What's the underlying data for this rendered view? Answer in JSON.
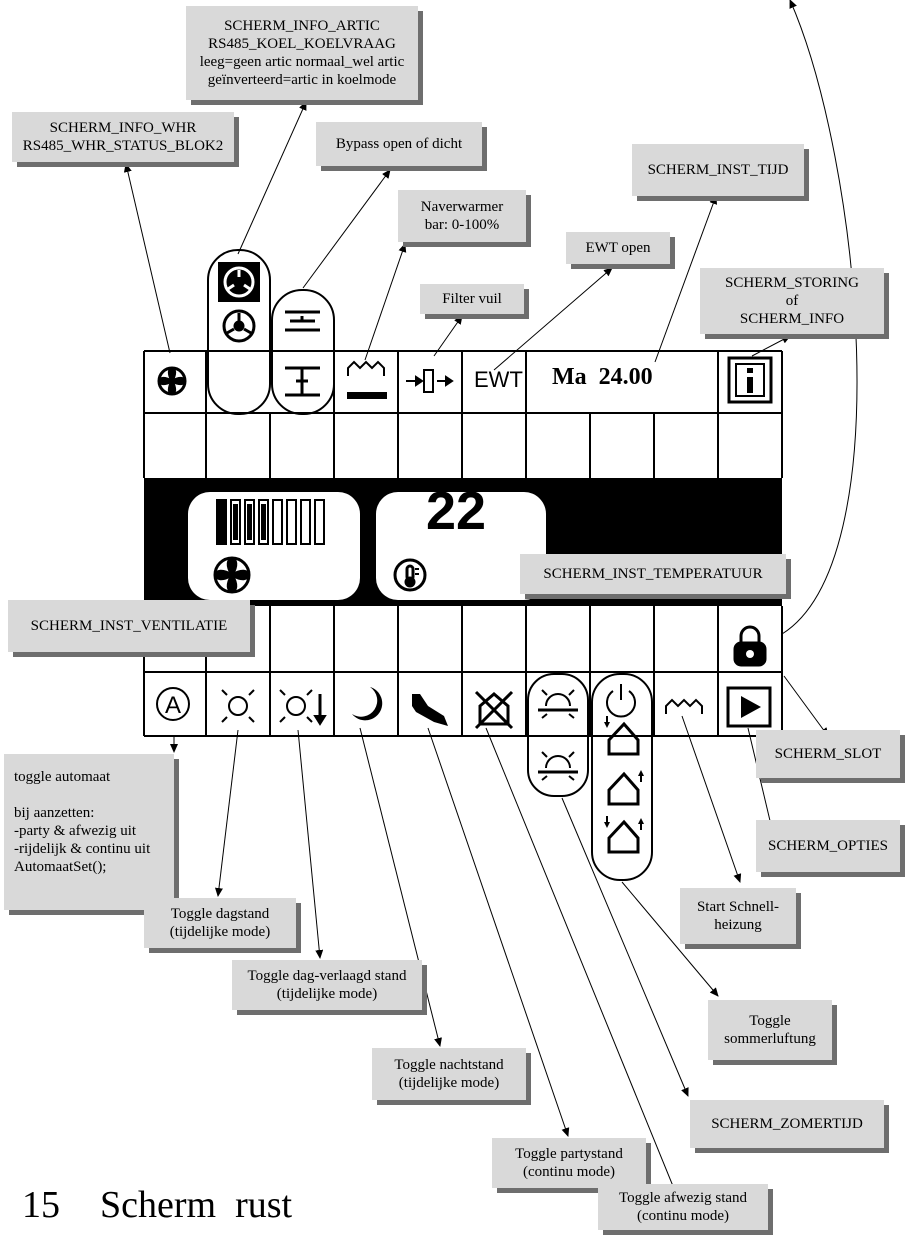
{
  "screen": {
    "top_row": {
      "ewt": "EWT",
      "clock": "Ma  24.00",
      "fan_status_icon": "fan-icon",
      "artic_icons": [
        "artic-fan-inverted-icon",
        "artic-fan-icon"
      ],
      "bypass_icons": [
        "bypass-open-icon",
        "bypass-closed-icon"
      ],
      "naverwarmer_icon": "heater-bar-icon",
      "filter_icon": "filter-icon",
      "info_icon": "info-icon"
    },
    "middle": {
      "ventilation_level": "4 of 8",
      "temperature": "22",
      "fan_icon": "fan-icon",
      "thermometer_icon": "thermometer-icon"
    },
    "bottom_row": {
      "lock_icon": "lock-icon",
      "buttons": [
        "auto-icon",
        "sun-day-icon",
        "sun-day-down-icon",
        "moon-night-icon",
        "party-horn-icon",
        "away-icon",
        "sun-summer-icon",
        "power-icon",
        "heater-icon",
        "play-icon"
      ]
    }
  },
  "labels": {
    "artic": "SCHERM_INFO_ARTIC\nRS485_KOEL_KOELVRAAG\nleeg=geen artic  normaal_wel artic\ngeïnverteerd=artic in koelmode",
    "whr": "SCHERM_INFO_WHR\nRS485_WHR_STATUS_BLOK2",
    "bypass": "Bypass open of dicht",
    "naverwarmer": "Naverwarmer\nbar: 0-100%",
    "inst_tijd": "SCHERM_INST_TIJD",
    "ewt_open": "EWT open",
    "storing": "SCHERM_STORING\nof\nSCHERM_INFO",
    "filter": "Filter vuil",
    "inst_temp": "SCHERM_INST_TEMPERATUUR",
    "inst_vent": "SCHERM_INST_VENTILATIE",
    "automaat": "toggle automaat\n\nbij aanzetten:\n-party & afwezig uit\n-rijdelijk & continu uit\nAutomaatSet();",
    "slot": "SCHERM_SLOT",
    "opties": "SCHERM_OPTIES",
    "schnell": "Start Schnell-\nheizung",
    "dagstand": "Toggle dagstand\n(tijdelijke mode)",
    "dagverlaagd": "Toggle dag-verlaagd stand\n(tijdelijke mode)",
    "nachtstand": "Toggle nachtstand\n(tijdelijke mode)",
    "sommer": "Toggle\nsommerluftung",
    "partystand": "Toggle partystand\n(continu mode)",
    "zomertijd": "SCHERM_ZOMERTIJD",
    "afwezig": "Toggle afwezig stand\n(continu mode)"
  },
  "caption": {
    "number": "15",
    "title": "Scherm  rust"
  }
}
